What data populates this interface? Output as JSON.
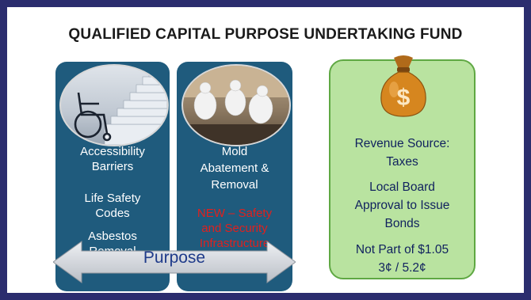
{
  "title": "QUALIFIED CAPITAL PURPOSE UNDERTAKING FUND",
  "col1": {
    "l1": "Accessibility",
    "l2": "Barriers",
    "l3": "Life Safety",
    "l4": "Codes",
    "l5": "Asbestos",
    "l6": "Removal"
  },
  "col2": {
    "l1": "Mold",
    "l2": "Abatement &",
    "l3": "Removal",
    "n1": "NEW – Safety",
    "n2": "and Security",
    "n3": "Infrastructure"
  },
  "arrow": {
    "label": "Purpose"
  },
  "funding": {
    "l1": "Revenue Source:",
    "l2": "Taxes",
    "l3": "Local Board",
    "l4": "Approval to Issue",
    "l5": "Bonds",
    "l6": "Not Part of $1.05",
    "l7": "3¢  /  5.2¢"
  },
  "icons": {
    "wheelchair": "wheelchair-icon",
    "bag": "money-bag-icon"
  },
  "colors": {
    "column": "#1f5b7d",
    "fund_box": "#b9e3a0",
    "new_text": "#e0201e",
    "title": "#1a1a1a"
  }
}
